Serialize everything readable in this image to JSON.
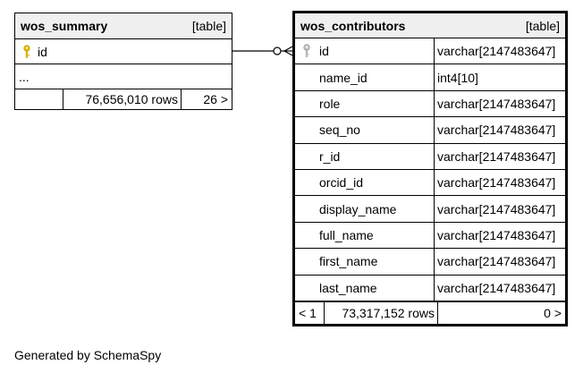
{
  "tables": {
    "summary": {
      "name": "wos_summary",
      "kind": "[table]",
      "columns": [
        {
          "name": "id",
          "primary_key": true
        }
      ],
      "ellipsis": "...",
      "footer": {
        "left": "",
        "rows": "76,656,010 rows",
        "children": "26 >"
      }
    },
    "contributors": {
      "name": "wos_contributors",
      "kind": "[table]",
      "columns": [
        {
          "name": "id",
          "type": "varchar[2147483647]",
          "primary_key": true
        },
        {
          "name": "name_id",
          "type": "int4[10]"
        },
        {
          "name": "role",
          "type": "varchar[2147483647]"
        },
        {
          "name": "seq_no",
          "type": "varchar[2147483647]"
        },
        {
          "name": "r_id",
          "type": "varchar[2147483647]"
        },
        {
          "name": "orcid_id",
          "type": "varchar[2147483647]"
        },
        {
          "name": "display_name",
          "type": "varchar[2147483647]"
        },
        {
          "name": "full_name",
          "type": "varchar[2147483647]"
        },
        {
          "name": "first_name",
          "type": "varchar[2147483647]"
        },
        {
          "name": "last_name",
          "type": "varchar[2147483647]"
        }
      ],
      "footer": {
        "parents": "< 1",
        "rows": "73,317,152 rows",
        "children": "0 >"
      }
    }
  },
  "relationship": {
    "from": "wos_summary.id",
    "to": "wos_contributors.id",
    "style": "zero-or-many"
  },
  "colors": {
    "header_bg": "#f0f0f0",
    "border": "#000000",
    "pk_key_summary": "#e8c200",
    "pk_key_contributors": "#a8a8a8"
  },
  "generator": "Generated by SchemaSpy"
}
